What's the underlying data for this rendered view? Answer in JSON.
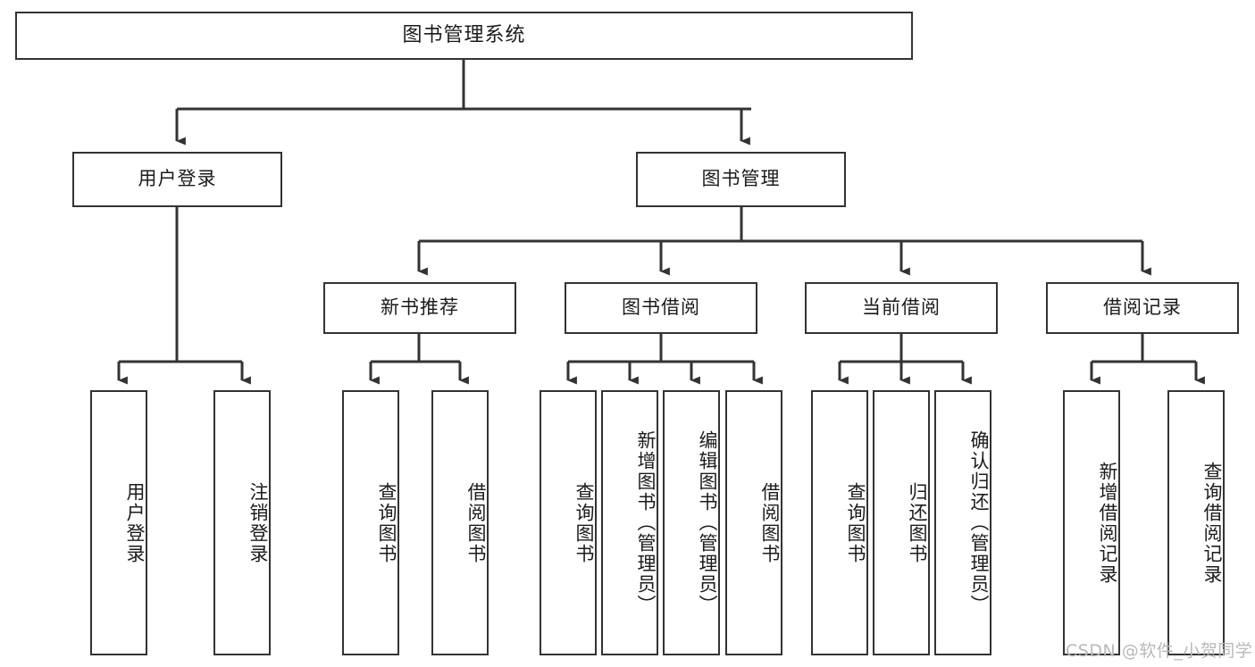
{
  "diagram": {
    "title": "图书管理系统",
    "type": "tree",
    "watermark": "CSDN @软件_小贺同学",
    "colors": {
      "stroke": "#333333",
      "fill": "#ffffff",
      "text": "#1b1b1b",
      "watermark": "#b9b9b9"
    },
    "root": {
      "label": "图书管理系统"
    },
    "level2": [
      {
        "label": "用户登录"
      },
      {
        "label": "图书管理"
      }
    ],
    "level3": [
      {
        "label": "新书推荐"
      },
      {
        "label": "图书借阅"
      },
      {
        "label": "当前借阅"
      },
      {
        "label": "借阅记录"
      }
    ],
    "leaves": {
      "user_login": [
        {
          "label": "用户登录"
        },
        {
          "label": "注销登录"
        }
      ],
      "new_book": [
        {
          "label": "查询图书"
        },
        {
          "label": "借阅图书"
        }
      ],
      "borrow_book": [
        {
          "label": "查询图书"
        },
        {
          "label": "新增图书（管理员）"
        },
        {
          "label": "编辑图书（管理员）"
        },
        {
          "label": "借阅图书"
        }
      ],
      "current_borrow": [
        {
          "label": "查询图书"
        },
        {
          "label": "归还图书"
        },
        {
          "label": "确认归还（管理员）"
        }
      ],
      "borrow_record": [
        {
          "label": "新增借阅记录"
        },
        {
          "label": "查询借阅记录"
        }
      ]
    }
  }
}
